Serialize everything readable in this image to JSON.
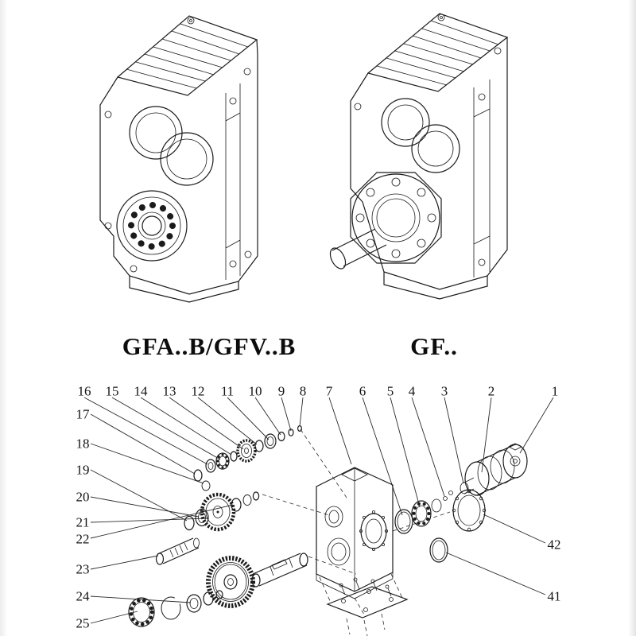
{
  "models": {
    "left_label": "GFA..B/GFV..B",
    "right_label": "GF.."
  },
  "exploded": {
    "top_numbers": [
      "16",
      "15",
      "14",
      "13",
      "12",
      "11",
      "10",
      "9",
      "8",
      "7",
      "6",
      "5",
      "4",
      "3",
      "2",
      "1"
    ],
    "left_numbers": [
      "17",
      "18",
      "19",
      "20",
      "21",
      "22",
      "23",
      "24",
      "25"
    ],
    "right_numbers": [
      "42",
      "41"
    ]
  },
  "colors": {
    "line": "#1b1b1b",
    "paper": "#ffffff"
  }
}
